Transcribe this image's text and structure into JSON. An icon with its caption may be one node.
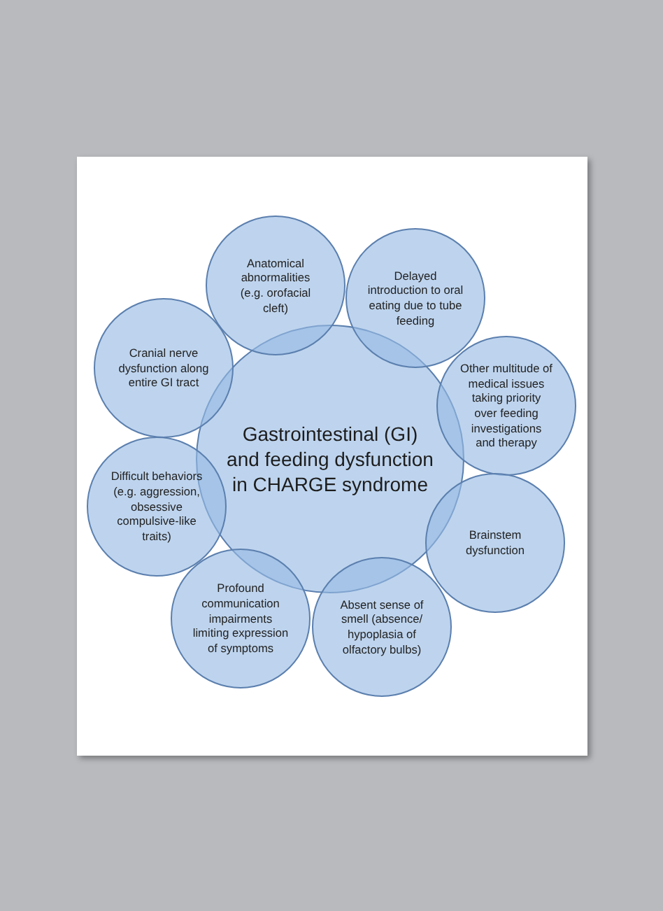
{
  "diagram": {
    "nodes": [
      {
        "text": [
          "Gastrointestinal (GI) and feeding dysfunction in CHARGE syndrome"
        ]
      },
      {
        "text": [
          "Anatomical abnormalities (e.g. orofacial cleft)"
        ]
      },
      {
        "text": [
          "Delayed introduction to oral eating due to tube feeding"
        ]
      },
      {
        "text": [
          "Other multitude of medical issues taking priority over feeding investigations and therapy"
        ]
      },
      {
        "text": [
          "Brainstem dysfunction"
        ]
      },
      {
        "text": [
          "Absent sense of smell (absence/ hypoplasia of olfactory bulbs)"
        ]
      },
      {
        "text": [
          "Profound communication impairments limiting expression of symptoms"
        ]
      },
      {
        "text": [
          "Difficult behaviors (e.g. aggression, obsessive compulsive-like traits)"
        ]
      },
      {
        "text": [
          "Cranial nerve dysfunction along entire GI tract"
        ]
      }
    ]
  }
}
